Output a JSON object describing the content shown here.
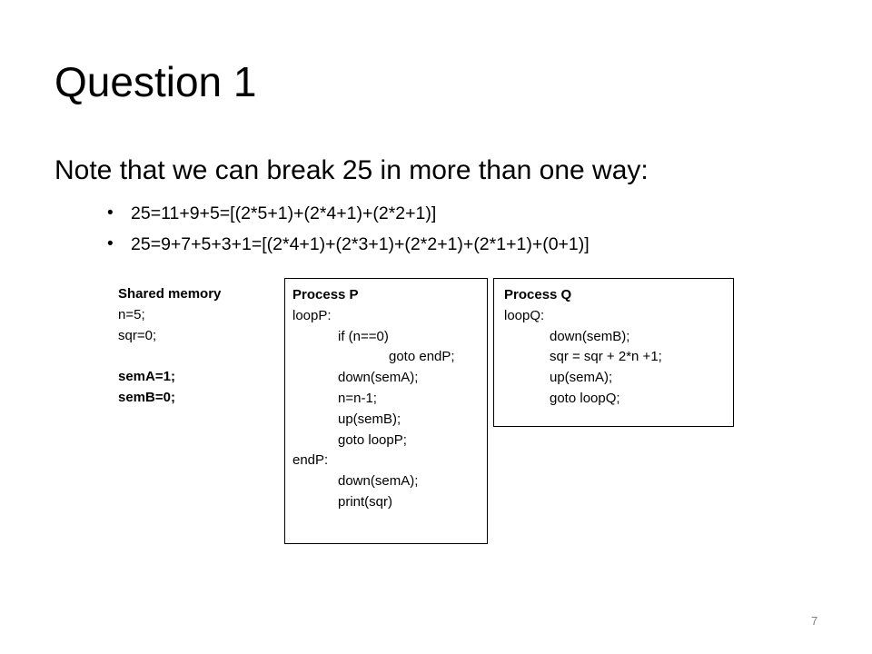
{
  "slide": {
    "title": "Question 1",
    "subtitle": "Note that we can break 25 in more than one way:",
    "bullets": [
      "25=11+9+5=[(2*5+1)+(2*4+1)+(2*2+1)]",
      "25=9+7+5+3+1=[(2*4+1)+(2*3+1)+(2*2+1)+(2*1+1)+(0+1)]"
    ],
    "bullet_glyph": "•",
    "page_number": "7"
  },
  "shared_memory": {
    "heading": "Shared memory",
    "lines": [
      "n=5;",
      "sqr=0;",
      "",
      "semA=1;",
      "semB=0;"
    ]
  },
  "process_p": {
    "heading": "Process P",
    "lines": [
      "loopP:",
      "if (n==0)",
      "goto endP;",
      "down(semA);",
      "n=n-1;",
      "up(semB);",
      "goto loopP;",
      "endP:",
      "down(semA);",
      "print(sqr)"
    ]
  },
  "process_q": {
    "heading": "Process Q",
    "lines": [
      "loopQ:",
      "down(semB);",
      "sqr = sqr + 2*n +1;",
      "up(semA);",
      "goto loopQ;"
    ]
  }
}
